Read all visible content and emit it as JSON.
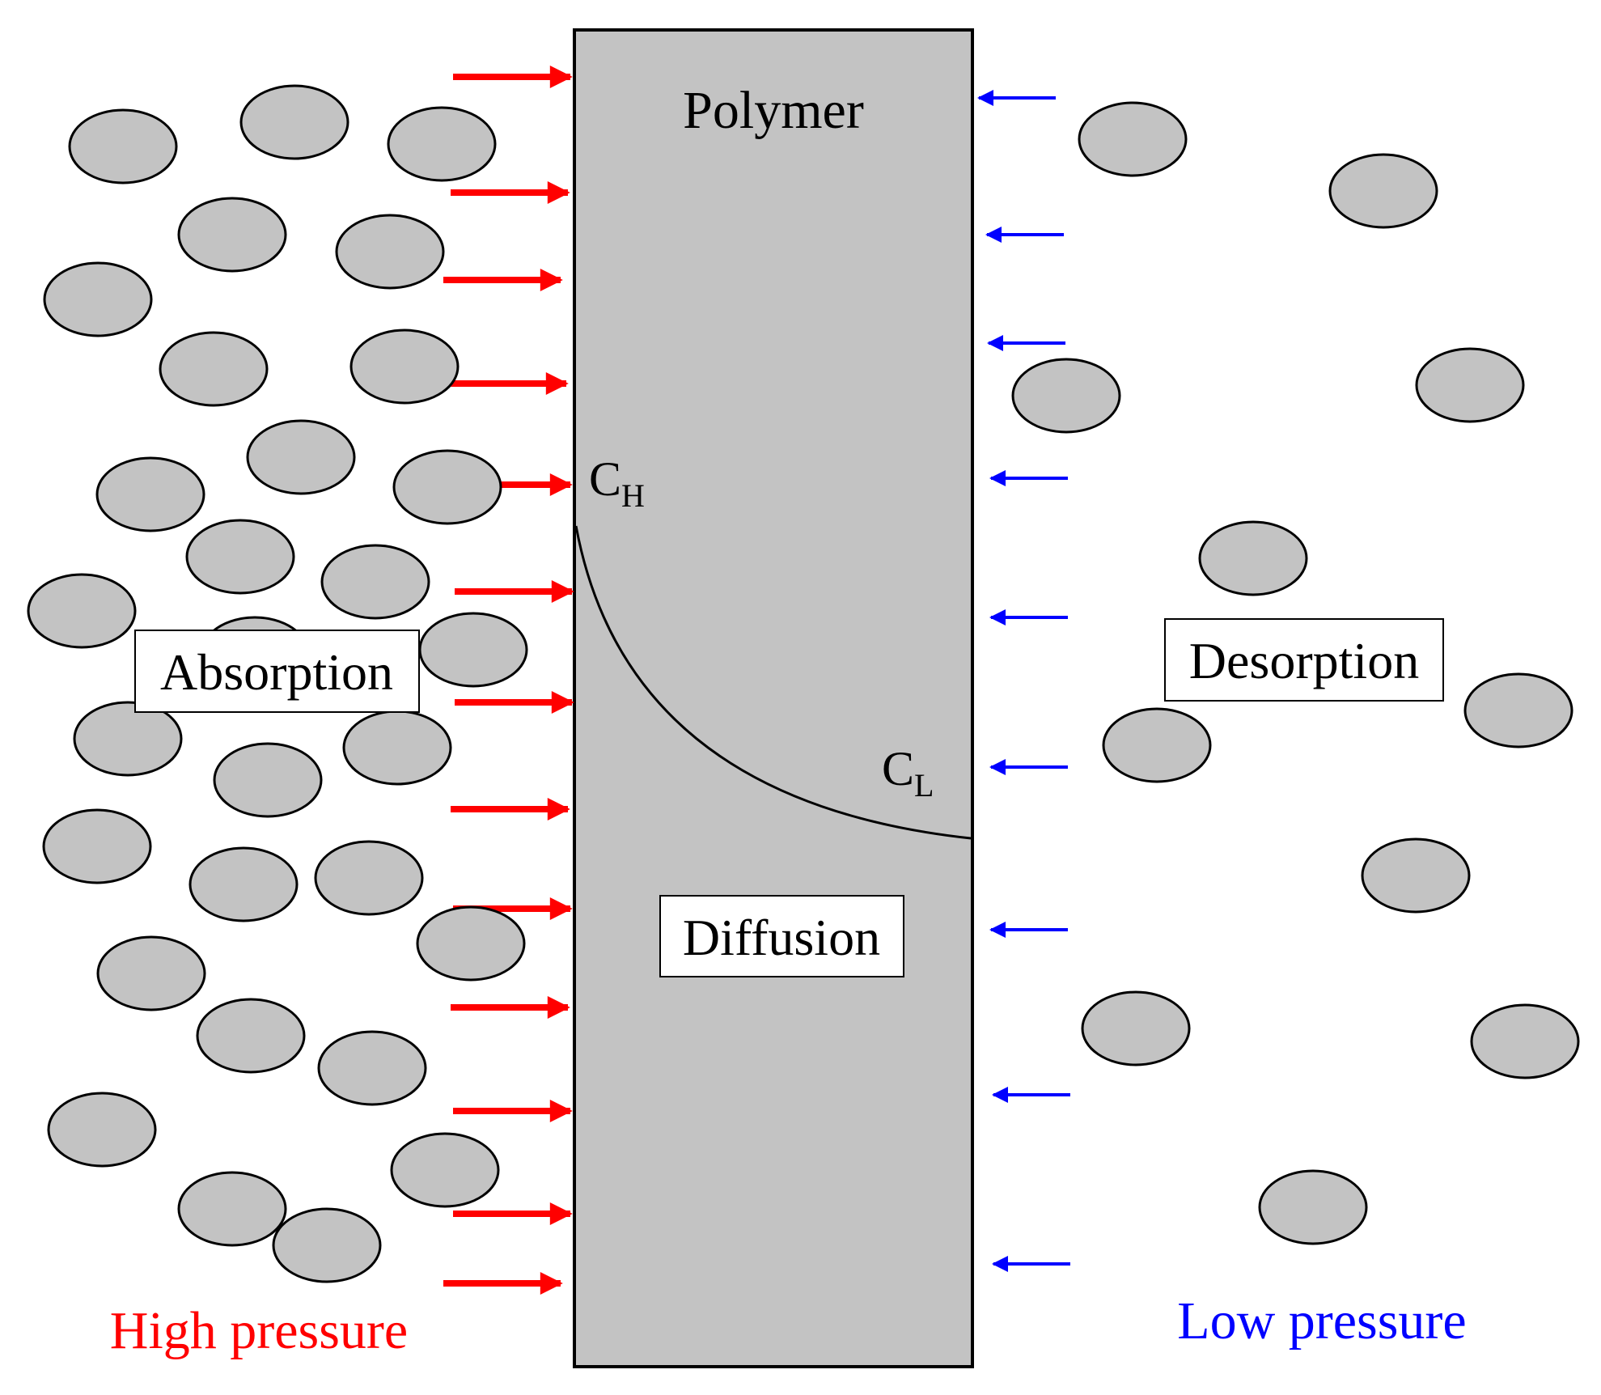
{
  "polymer": {
    "label": "Polymer",
    "fill": "#c3c3c3"
  },
  "concentration": {
    "high_label": "C",
    "high_sub": "H",
    "low_label": "C",
    "low_sub": "L"
  },
  "labels": {
    "absorption": "Absorption",
    "diffusion": "Diffusion",
    "desorption": "Desorption"
  },
  "sides": {
    "high": {
      "label": "High pressure",
      "color": "#ff0000"
    },
    "low": {
      "label": "Low pressure",
      "color": "#0000ff"
    }
  },
  "molecule": {
    "fill": "#c3c3c3"
  }
}
